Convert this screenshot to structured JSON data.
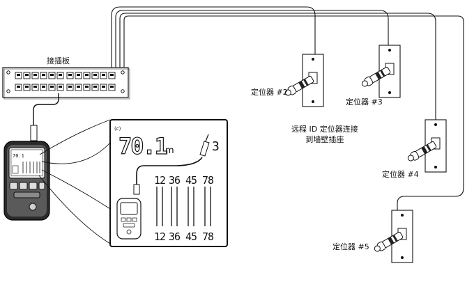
{
  "labels": {
    "patch_panel": "接插板",
    "locator_2": "定位器 #2",
    "locator_3": "定位器 #3",
    "locator_4": "定位器 #4",
    "locator_5": "定位器 #5",
    "note_line1": "远程 ID 定位器连接",
    "note_line2": "到墙壁插座"
  },
  "display": {
    "status_glyph": "(c)",
    "distance": "70.1",
    "unit": "m",
    "remote_id": "3",
    "pairs_top": [
      "12",
      "36",
      "45",
      "78"
    ],
    "pairs_bottom": [
      "12",
      "36",
      "45",
      "78"
    ],
    "mini_distance": "70.1"
  }
}
